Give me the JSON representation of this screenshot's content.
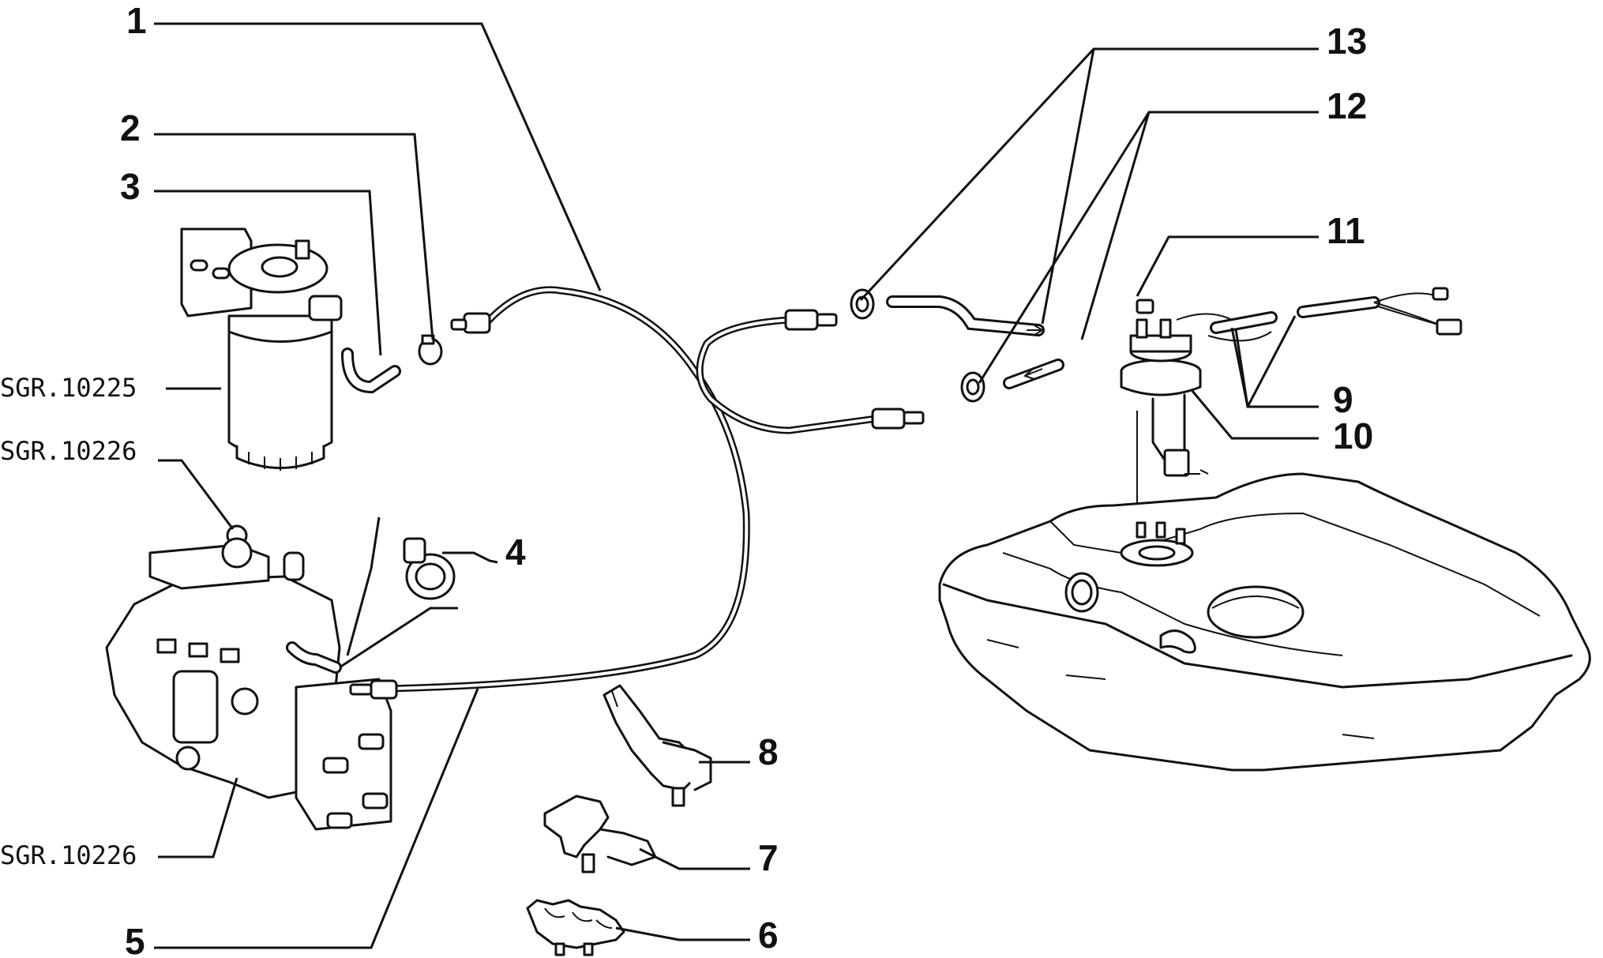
{
  "callouts": {
    "c1": "1",
    "c2": "2",
    "c3": "3",
    "c4": "4",
    "c5": "5",
    "c6": "6",
    "c7": "7",
    "c8": "8",
    "c9": "9",
    "c10": "10",
    "c11": "11",
    "c12": "12",
    "c13": "13"
  },
  "references": {
    "filter_group": "SGR.10225",
    "pump_group_top": "SGR.10226",
    "pump_group_bottom": "SGR.10226"
  }
}
